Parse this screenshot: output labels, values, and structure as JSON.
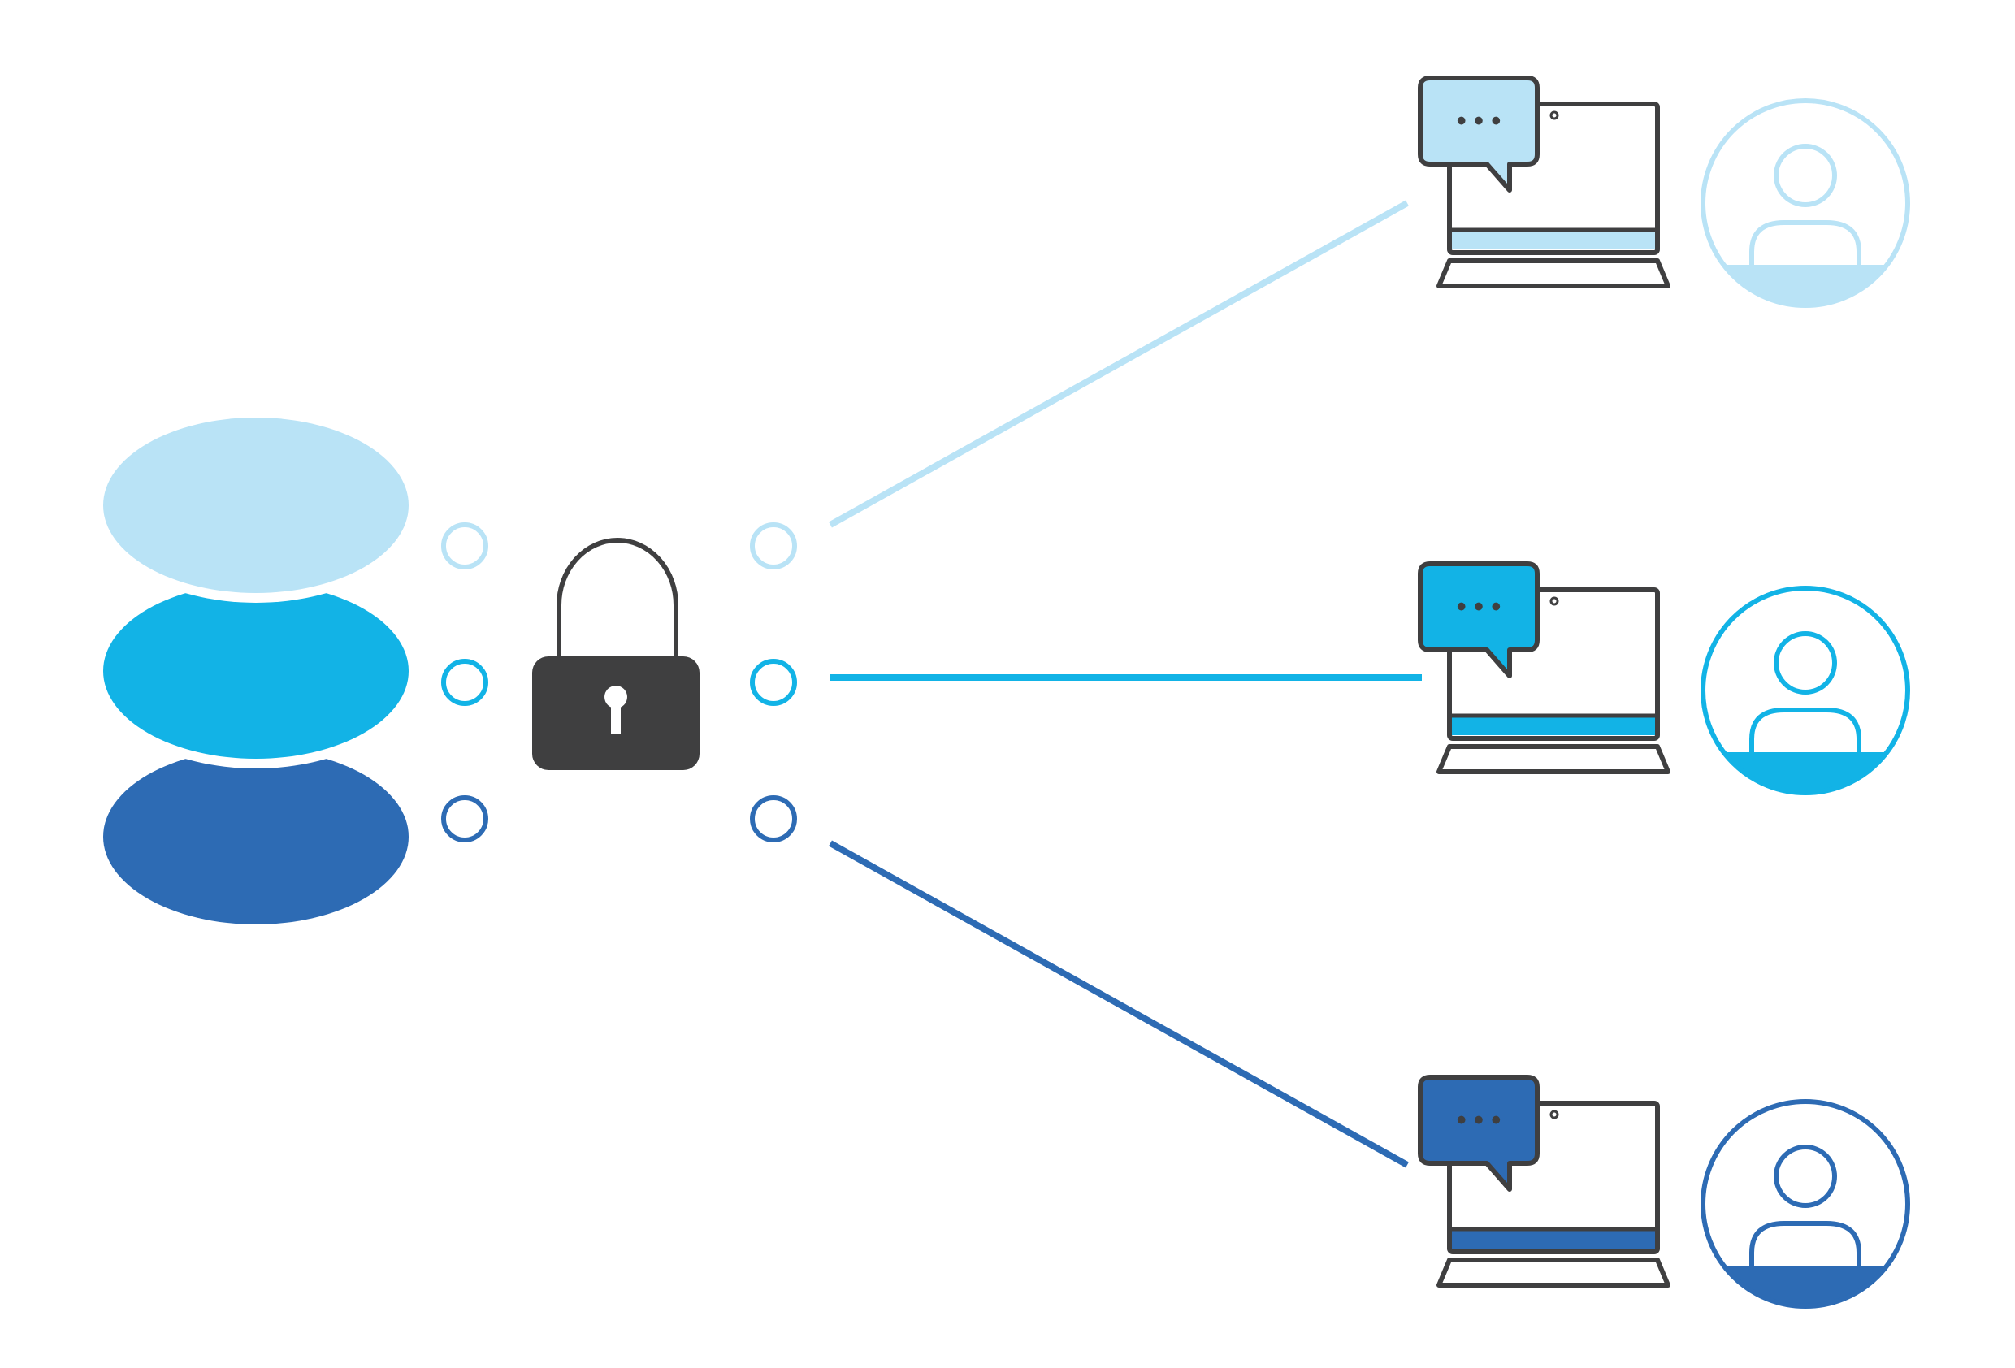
{
  "colors": {
    "light": "#b9e3f6",
    "medium": "#12b3e6",
    "dark": "#2d6bb4",
    "outline": "#3f3f40",
    "background": "#ffffff"
  },
  "icons": {
    "data_stack": "stacked-data-layers-icon",
    "lock": "padlock-icon",
    "chat": "speech-bubble-icon",
    "laptop": "laptop-icon",
    "user": "user-avatar-icon"
  },
  "layers": [
    {
      "id": "layer-1",
      "color": "light"
    },
    {
      "id": "layer-2",
      "color": "medium"
    },
    {
      "id": "layer-3",
      "color": "dark"
    }
  ],
  "endpoints": [
    {
      "id": "client-1",
      "color": "light"
    },
    {
      "id": "client-2",
      "color": "medium"
    },
    {
      "id": "client-3",
      "color": "dark"
    }
  ],
  "chat_text": "• • •"
}
